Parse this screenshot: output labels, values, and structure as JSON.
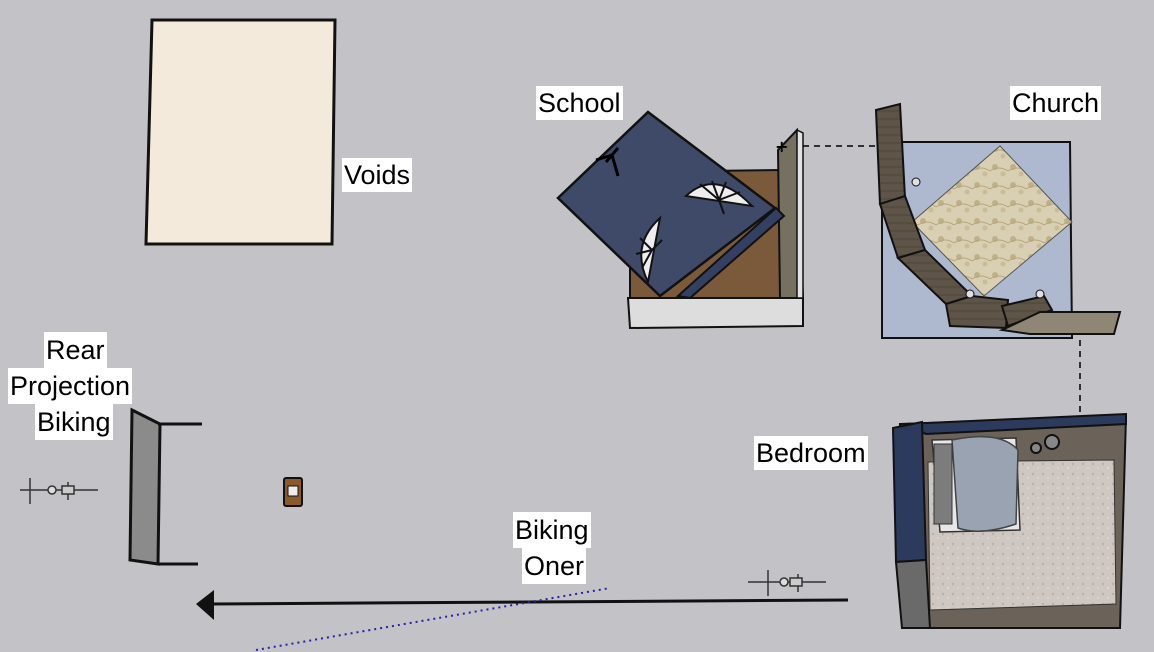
{
  "labels": {
    "voids": "Voids",
    "school": "School",
    "church": "Church",
    "bedroom": "Bedroom",
    "rear_projection": [
      "Rear",
      "Projection",
      "Biking"
    ],
    "biking_oner": [
      "Biking",
      "Oner"
    ]
  },
  "colors": {
    "background": "#c3c2c7",
    "voids_panel": "#f3eadc",
    "school_board": "#3f4a69",
    "floor_wood": "#7b5a3c",
    "church_floor": "#aeb8cf",
    "rug": "#d8cfb2",
    "navy": "#2c3a5e",
    "bedroom_rug": "#cdc6c0",
    "dotted_line": "#2222aa"
  },
  "icons": [
    "bicycle-icon",
    "camera-icon",
    "umbrella-icon",
    "arrow-left-icon"
  ]
}
